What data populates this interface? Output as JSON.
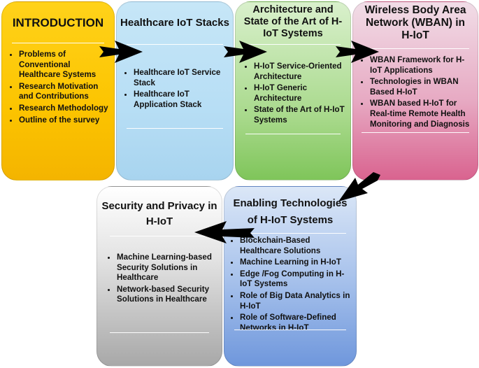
{
  "boxes": {
    "introduction": {
      "title": "INTRODUCTION",
      "items": [
        "Problems of Conventional Healthcare Systems",
        "Research Motivation and Contributions",
        "Research Methodology",
        "Outline of the survey"
      ]
    },
    "stacks": {
      "title": "Healthcare IoT Stacks",
      "items": [
        "Healthcare IoT Service Stack",
        "Healthcare IoT Application Stack"
      ]
    },
    "architecture": {
      "title_lines": [
        "Architecture and",
        "State of the Art of H-",
        "IoT Systems"
      ],
      "items": [
        "H-IoT Service-Oriented Architecture",
        "H-IoT Generic Architecture",
        "State of the Art of H-IoT Systems"
      ]
    },
    "wban": {
      "title_lines": [
        "Wireless Body Area",
        "Network (WBAN) in",
        "H-IoT"
      ],
      "items": [
        "WBAN Framework for H-IoT Applications",
        "Technologies in WBAN Based H-IoT",
        "WBAN based H-IoT for Real-time Remote Health Monitoring and Diagnosis"
      ]
    },
    "security": {
      "title_lines": [
        "Security and Privacy in",
        "H-IoT"
      ],
      "items": [
        "Machine Learning-based Security Solutions in Healthcare",
        "Network-based Security Solutions in Healthcare"
      ]
    },
    "enabling": {
      "title_lines": [
        "Enabling Technologies",
        "of H-IoT Systems"
      ],
      "items": [
        "Blockchain-Based Healthcare Solutions",
        "Machine Learning in H-IoT",
        "Edge /Fog Computing in H-IoT Systems",
        "Role of Big Data Analytics in H-IoT",
        "Role of Software-Defined Networks in H-IoT"
      ]
    }
  },
  "colors": {
    "introduction": "#fcc400",
    "stacks": "#b7def5",
    "architecture": "#a8d98b",
    "wban": "#e7aac3",
    "security": "#d0d0d0",
    "enabling": "#a9c3ec",
    "arrow": "#000000"
  }
}
